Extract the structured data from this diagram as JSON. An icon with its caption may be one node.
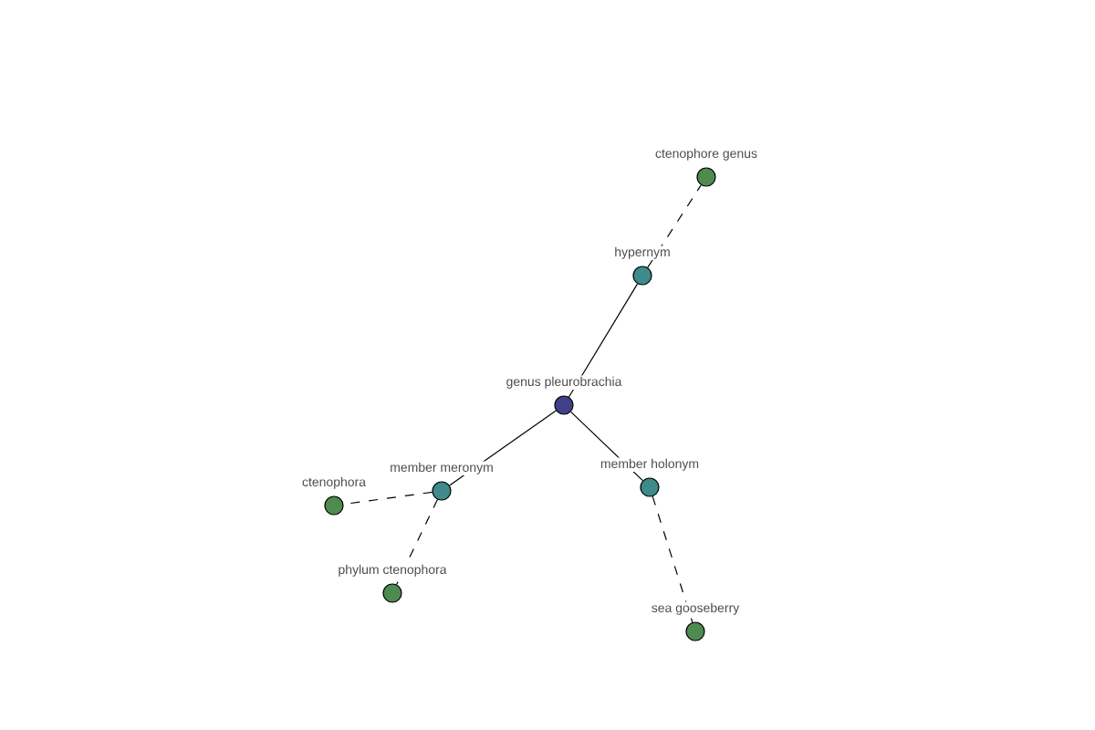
{
  "diagram": {
    "nodes": [
      {
        "text": [],
        "shape": "circle",
        "beside": [
          "ctenophore genus"
        ]
      },
      {
        "text": [],
        "shape": "circle",
        "beside": [
          "hypernym"
        ]
      },
      {
        "text": [],
        "shape": "circle",
        "beside": [
          "genus pleurobrachia"
        ]
      },
      {
        "text": [],
        "shape": "circle",
        "beside": [
          "ctenophora"
        ]
      },
      {
        "text": [],
        "shape": "circle",
        "beside": [
          "member meronym"
        ]
      },
      {
        "text": [],
        "shape": "circle",
        "beside": [
          "member holonym"
        ]
      },
      {
        "text": [],
        "shape": "circle",
        "beside": [
          "phylum ctenophora"
        ]
      },
      {
        "text": [],
        "shape": "circle",
        "beside": [
          "sea gooseberry"
        ]
      }
    ],
    "edges": [
      {
        "from": 1,
        "to": 0,
        "arrow": "none",
        "style": "dashed"
      },
      {
        "from": 2,
        "to": 1,
        "arrow": "none"
      },
      {
        "from": 2,
        "to": 4,
        "arrow": "none"
      },
      {
        "from": 4,
        "to": 3,
        "arrow": "none",
        "style": "dashed"
      },
      {
        "from": 4,
        "to": 6,
        "arrow": "none",
        "style": "dashed"
      },
      {
        "from": 2,
        "to": 5,
        "arrow": "none"
      },
      {
        "from": 5,
        "to": 7,
        "arrow": "none",
        "style": "dashed"
      }
    ]
  }
}
